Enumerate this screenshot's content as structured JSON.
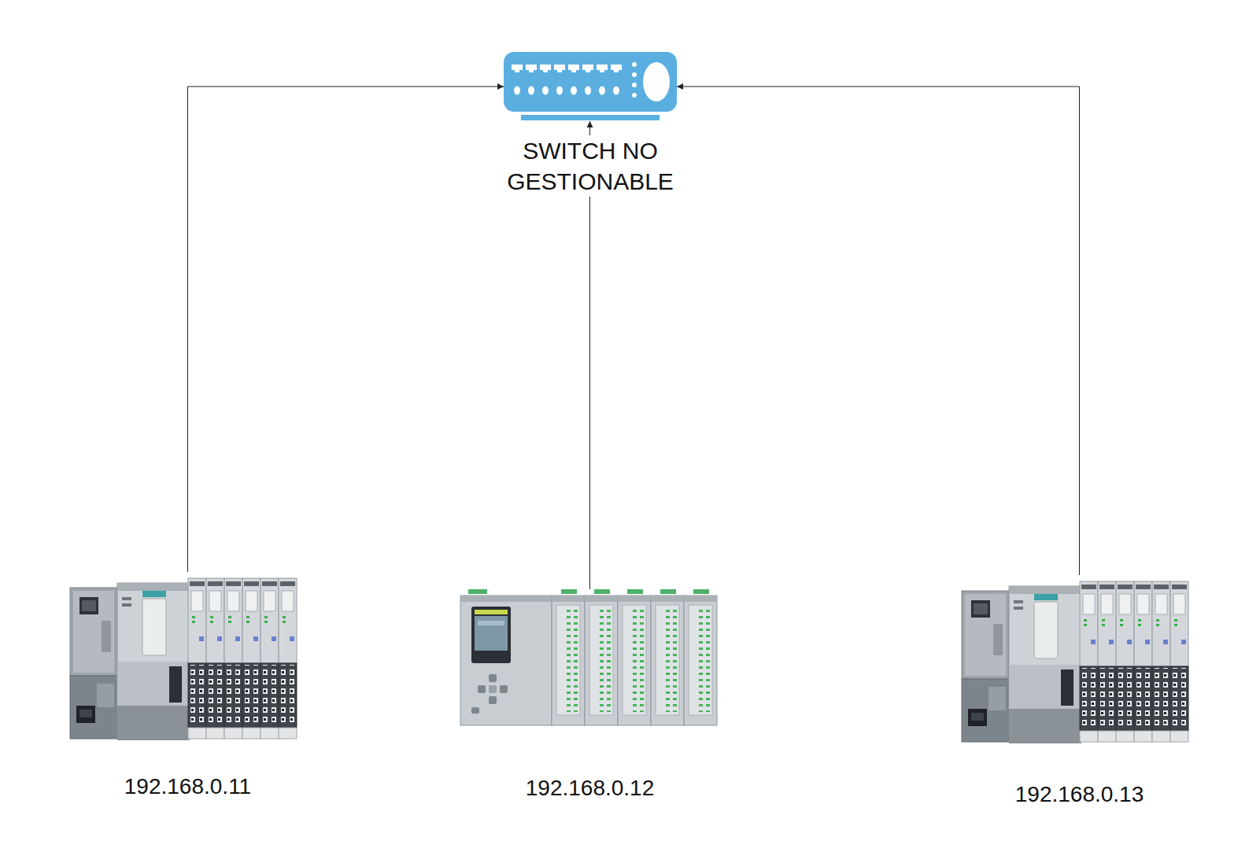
{
  "diagram": {
    "nodes": [
      {
        "text": [
          "SWITCH NO GESTIONABLE"
        ]
      },
      {
        "text": [
          "192.168.0.11"
        ]
      },
      {
        "text": [
          "192.168.0.12"
        ]
      },
      {
        "text": [
          "192.168.0.13"
        ]
      }
    ],
    "edges": [
      {
        "from": 1,
        "to": 0,
        "arrow": "to"
      },
      {
        "from": 2,
        "to": 0,
        "arrow": "to"
      },
      {
        "from": 3,
        "to": 0,
        "arrow": "to"
      }
    ]
  }
}
